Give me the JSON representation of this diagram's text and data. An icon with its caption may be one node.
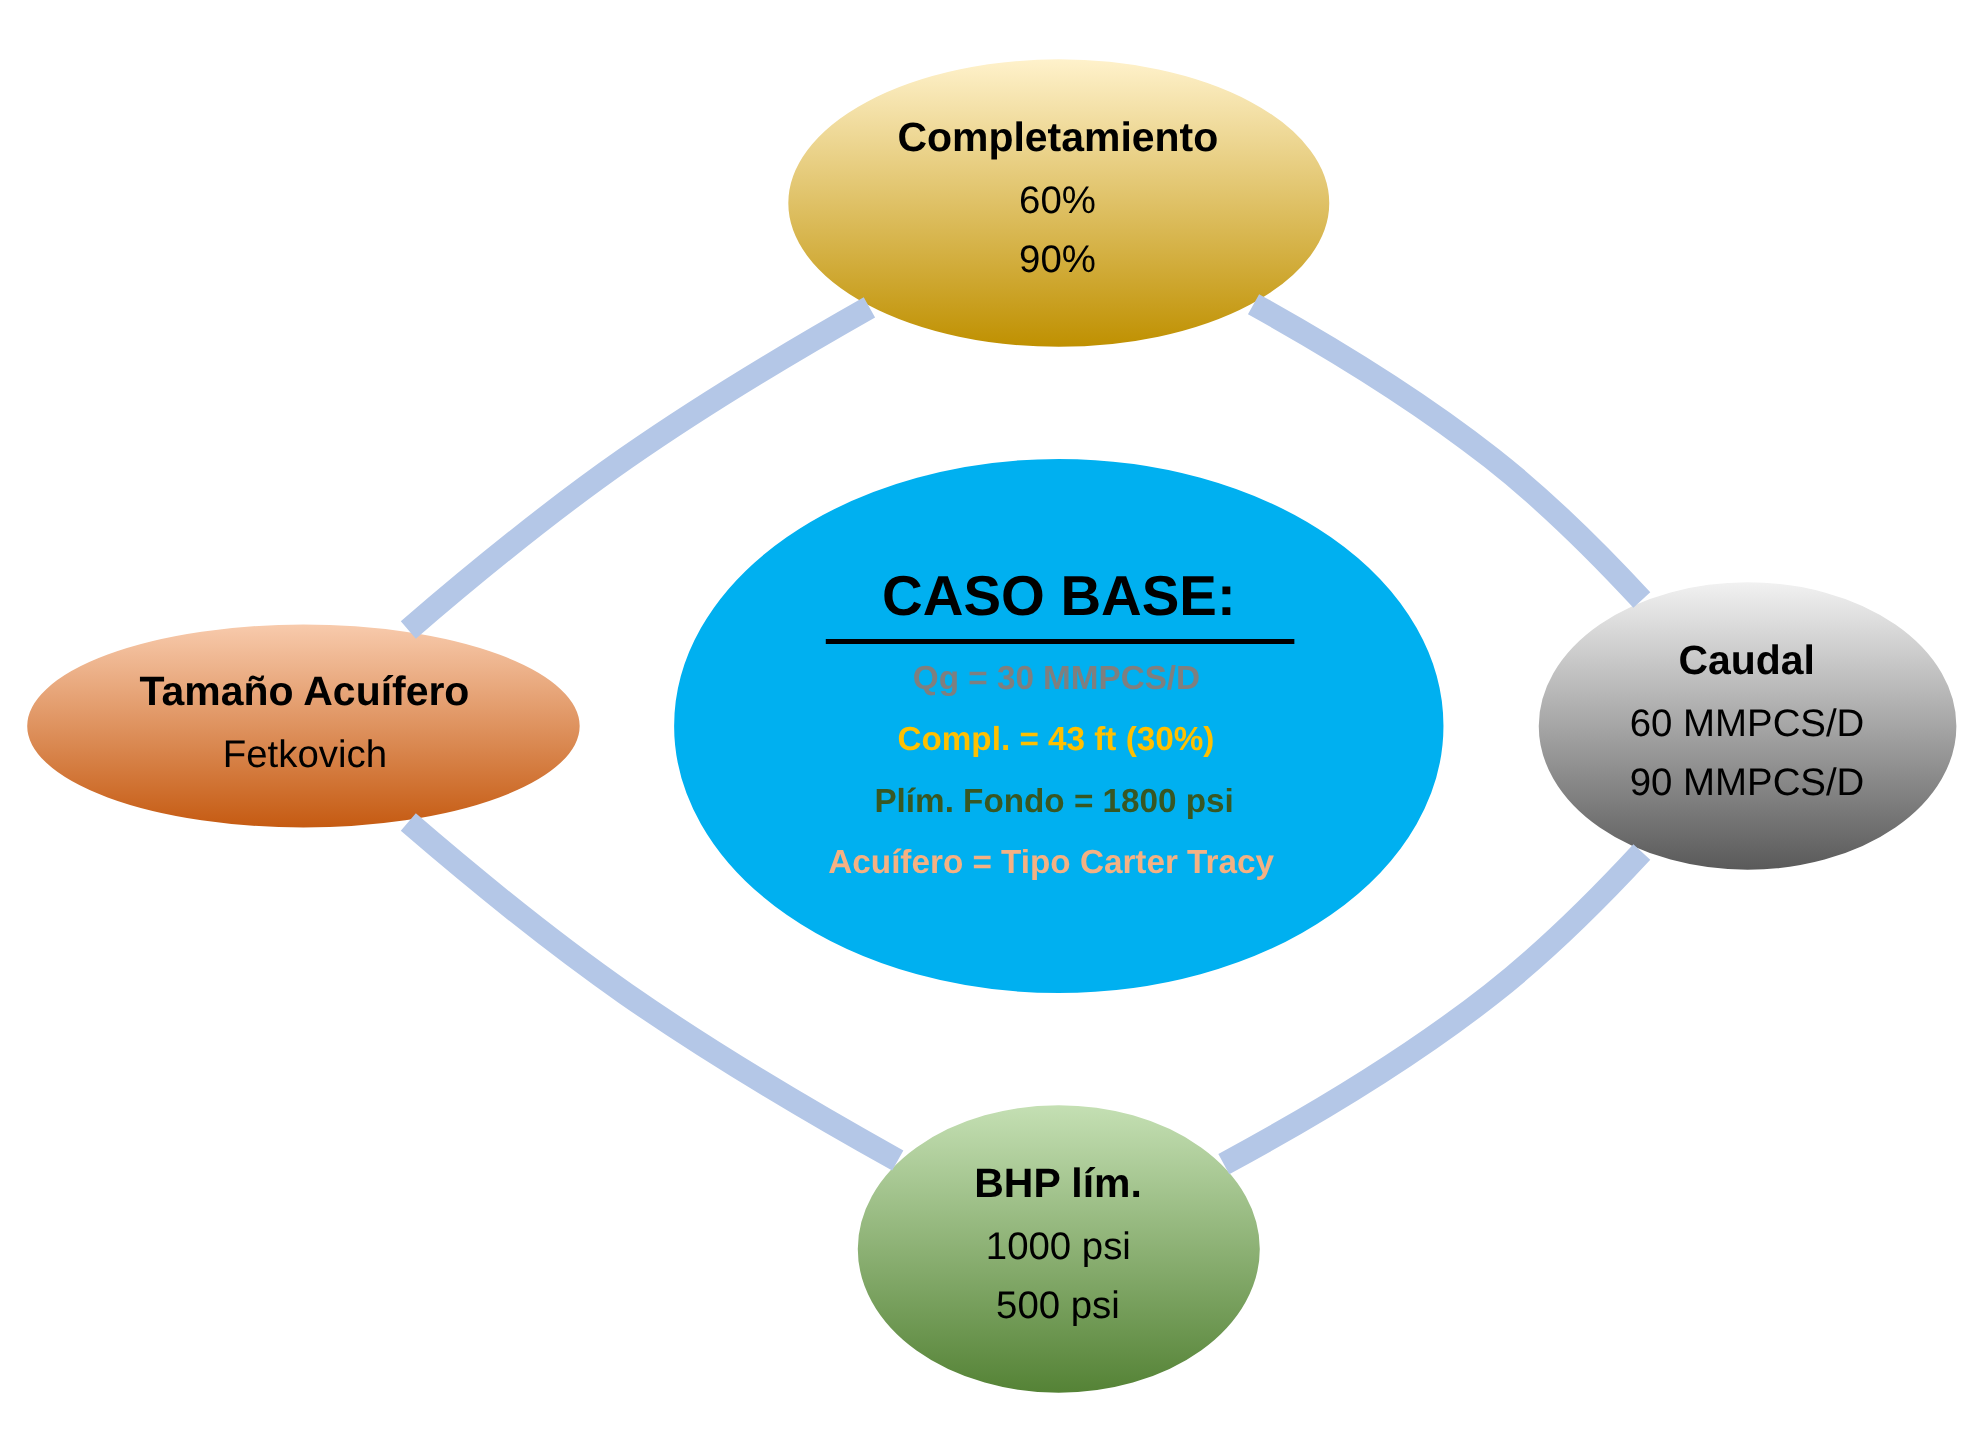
{
  "diagram": {
    "nodes": [
      {
        "text": [
          "Completamiento",
          "60%",
          "90%"
        ]
      },
      {
        "text": [
          "Tamaño Acuífero",
          "Fetkovich"
        ]
      },
      {
        "text": [
          "CASO BASE:",
          "Qg = 30 MMPCS/D",
          "Compl. = 43 ft (30%)",
          "Plím. Fondo = 1800 psi",
          "Acuífero = Tipo Carter Tracy"
        ]
      },
      {
        "text": [
          "Caudal",
          "60 MMPCS/D",
          "90 MMPCS/D"
        ]
      },
      {
        "text": [
          "BHP lím.",
          "1000 psi",
          "500 psi"
        ]
      }
    ],
    "edges": [
      {
        "from": 0,
        "to": 3,
        "arrow": "none"
      },
      {
        "from": 3,
        "to": 4,
        "arrow": "none"
      },
      {
        "from": 4,
        "to": 1,
        "arrow": "none"
      },
      {
        "from": 1,
        "to": 0,
        "arrow": "none"
      }
    ]
  }
}
